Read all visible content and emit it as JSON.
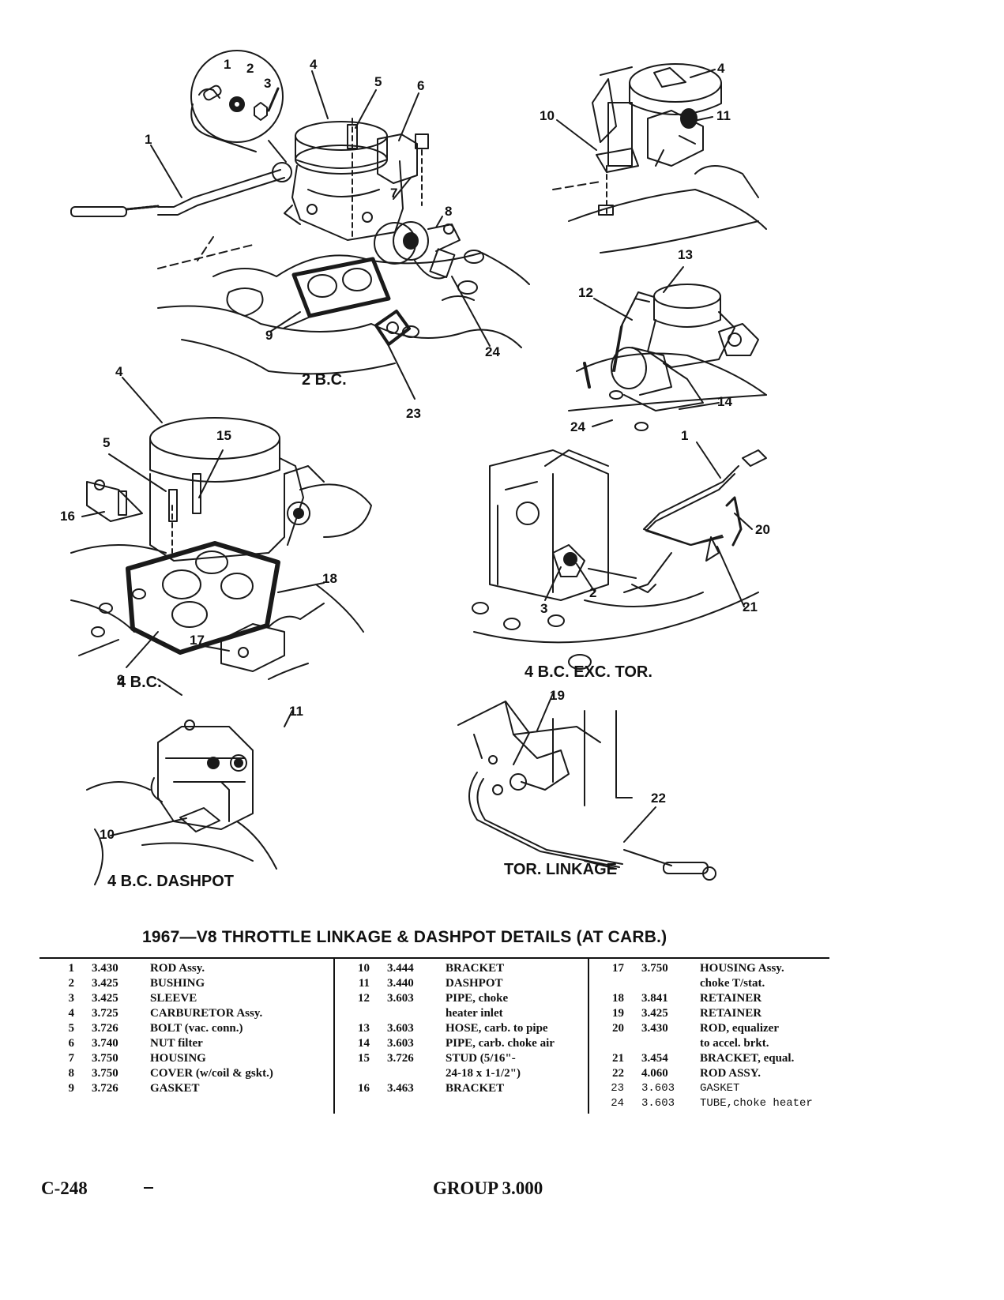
{
  "figure": {
    "callouts": {
      "c1a": "1",
      "c2a": "2",
      "c3a": "3",
      "c4a": "4",
      "c5a": "5",
      "c6a": "6",
      "c7a": "7",
      "c8a": "8",
      "c9a": "9",
      "c24a": "24",
      "c23a": "23",
      "c4b": "4",
      "c10a": "10",
      "c11a": "11",
      "c13a": "13",
      "c12a": "12",
      "c14a": "14",
      "c24b": "24",
      "c4c": "4",
      "c5c": "5",
      "c15a": "15",
      "c16a": "16",
      "c18a": "18",
      "c17a": "17",
      "c9c": "9",
      "c1d": "1",
      "c20a": "20",
      "c21a": "21",
      "c2d": "2",
      "c3d": "3",
      "c11e": "11",
      "c10e": "10",
      "c19a": "19",
      "c22a": "22"
    },
    "panel_labels": {
      "two_bc": "2 B.C.",
      "four_bc": "4 B.C.",
      "four_bc_exc_tor": "4 B.C. EXC. TOR.",
      "four_bc_dashpot": "4 B.C. DASHPOT",
      "tor_linkage": "TOR. LINKAGE"
    },
    "title": "1967—V8 THROTTLE LINKAGE & DASHPOT DETAILS (AT CARB.)"
  },
  "parts_list": {
    "col1": [
      {
        "no": "1",
        "group": "3.430",
        "desc": "ROD Assy."
      },
      {
        "no": "2",
        "group": "3.425",
        "desc": "BUSHING"
      },
      {
        "no": "3",
        "group": "3.425",
        "desc": "SLEEVE"
      },
      {
        "no": "4",
        "group": "3.725",
        "desc": "CARBURETOR Assy."
      },
      {
        "no": "5",
        "group": "3.726",
        "desc": "BOLT (vac. conn.)"
      },
      {
        "no": "6",
        "group": "3.740",
        "desc": "NUT filter"
      },
      {
        "no": "7",
        "group": "3.750",
        "desc": "HOUSING"
      },
      {
        "no": "8",
        "group": "3.750",
        "desc": "COVER (w/coil & gskt.)"
      },
      {
        "no": "9",
        "group": "3.726",
        "desc": "GASKET"
      }
    ],
    "col2": [
      {
        "no": "10",
        "group": "3.444",
        "desc": "BRACKET"
      },
      {
        "no": "11",
        "group": "3.440",
        "desc": "DASHPOT"
      },
      {
        "no": "12",
        "group": "3.603",
        "desc": "PIPE, choke"
      },
      {
        "no": "",
        "group": "",
        "desc": "heater inlet"
      },
      {
        "no": "13",
        "group": "3.603",
        "desc": "HOSE, carb. to pipe"
      },
      {
        "no": "14",
        "group": "3.603",
        "desc": "PIPE, carb. choke air"
      },
      {
        "no": "15",
        "group": "3.726",
        "desc": "STUD (5/16\"-"
      },
      {
        "no": "",
        "group": "",
        "desc": "24-18 x 1-1/2\")"
      },
      {
        "no": "16",
        "group": "3.463",
        "desc": "BRACKET"
      }
    ],
    "col3": [
      {
        "no": "17",
        "group": "3.750",
        "desc": "HOUSING Assy."
      },
      {
        "no": "",
        "group": "",
        "desc": "choke T/stat."
      },
      {
        "no": "18",
        "group": "3.841",
        "desc": "RETAINER"
      },
      {
        "no": "19",
        "group": "3.425",
        "desc": "RETAINER"
      },
      {
        "no": "20",
        "group": "3.430",
        "desc": "ROD, equalizer"
      },
      {
        "no": "",
        "group": "",
        "desc": "to accel. brkt."
      },
      {
        "no": "21",
        "group": "3.454",
        "desc": "BRACKET, equal."
      },
      {
        "no": "22",
        "group": "4.060",
        "desc": "ROD ASSY."
      },
      {
        "no": "23",
        "group": "3.603",
        "desc": "GASKET",
        "typed": true
      },
      {
        "no": "24",
        "group": "3.603",
        "desc": "TUBE,choke heater",
        "typed": true
      }
    ]
  },
  "footer": {
    "page_code": "C-248",
    "group_label": "GROUP 3.000"
  }
}
